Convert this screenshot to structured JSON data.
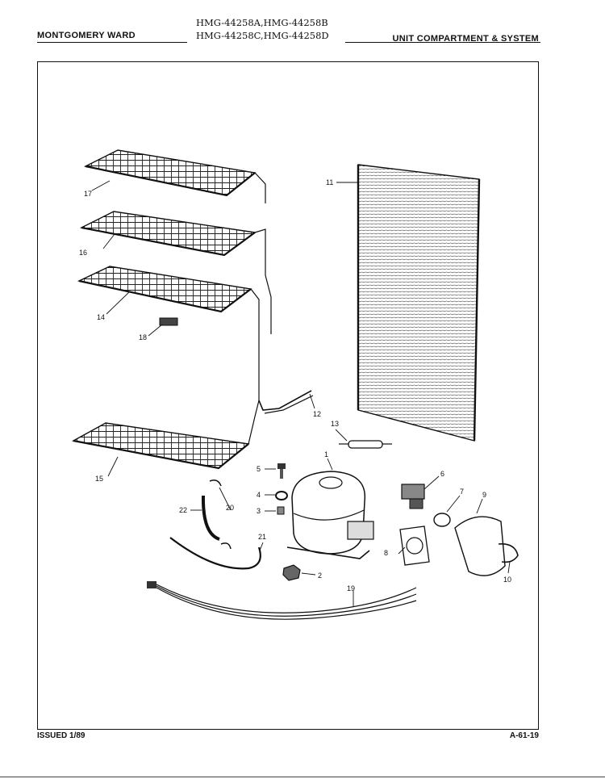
{
  "header": {
    "brand": "MONTGOMERY WARD",
    "models_line1": "HMG-44258A,HMG-44258B",
    "models_line2": "HMG-44258C,HMG-44258D",
    "section": "UNIT COMPARTMENT & SYSTEM"
  },
  "footer": {
    "issued": "ISSUED 1/89",
    "page_code": "A-61-19"
  },
  "callouts": {
    "c1": "1",
    "c2": "2",
    "c3": "3",
    "c4": "4",
    "c5": "5",
    "c6": "6",
    "c7": "7",
    "c8": "8",
    "c9": "9",
    "c10": "10",
    "c11": "11",
    "c12": "12",
    "c13": "13",
    "c14": "14",
    "c15": "15",
    "c16": "16",
    "c17": "17",
    "c18": "18",
    "c19": "19",
    "c20": "20",
    "c21": "21",
    "c22": "22"
  }
}
